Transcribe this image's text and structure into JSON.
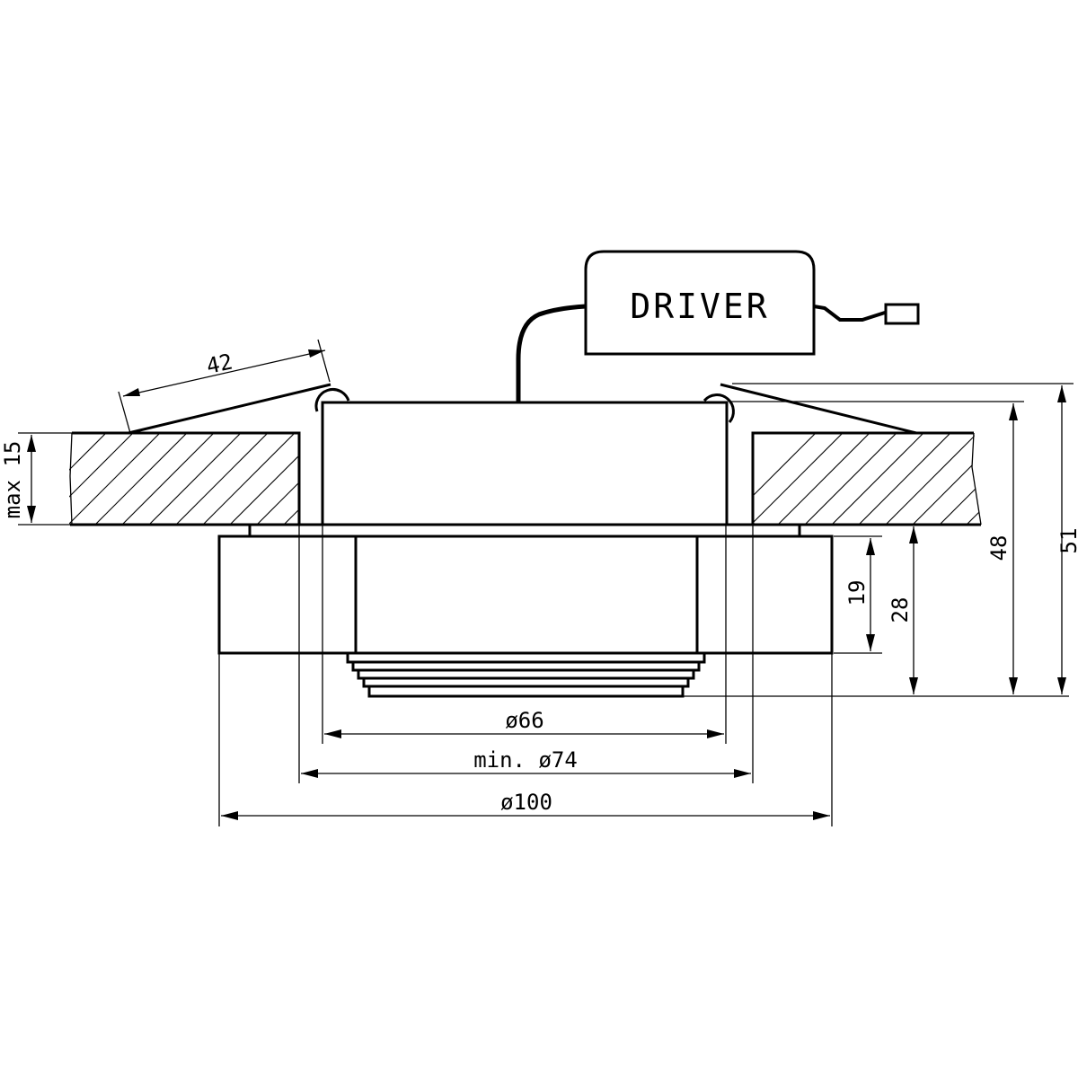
{
  "drawing": {
    "driver_label": "DRIVER",
    "colors": {
      "line": "#000000",
      "background": "#ffffff"
    },
    "dimensions": {
      "spring_length": "42",
      "ceiling_thickness": "max 15",
      "height_outer_ring": "19",
      "height_below_ceiling": "28",
      "height_body": "48",
      "height_total": "51",
      "diameter_body": "ø66",
      "diameter_cutout": "min. ø74",
      "diameter_flange": "ø100"
    }
  }
}
